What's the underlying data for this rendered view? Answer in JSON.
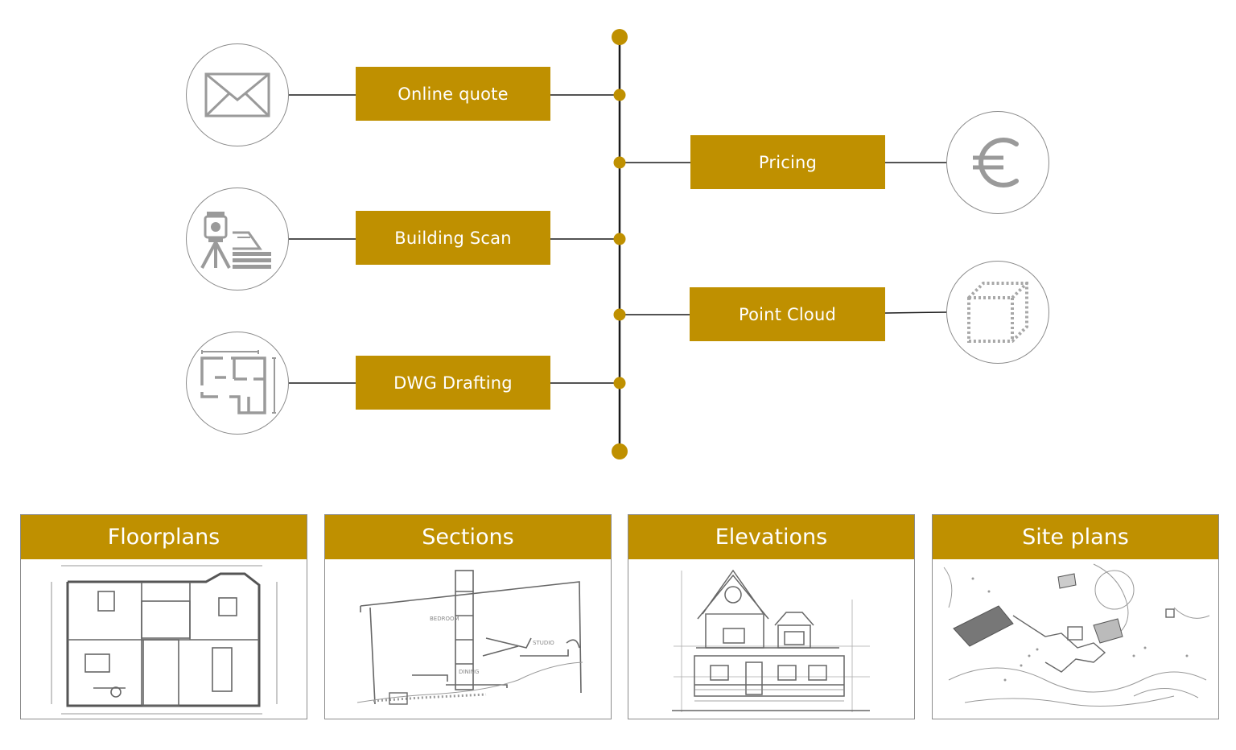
{
  "colors": {
    "accent": "#BF9000",
    "line": "#1a1a1a",
    "icon": "#9a9a9a"
  },
  "steps": [
    {
      "label": "Online quote",
      "icon": "envelope-icon"
    },
    {
      "label": "Pricing",
      "icon": "euro-icon"
    },
    {
      "label": "Building Scan",
      "icon": "surveying-scanner-icon"
    },
    {
      "label": "Point Cloud",
      "icon": "dotted-cube-icon"
    },
    {
      "label": "DWG Drafting",
      "icon": "floorplan-icon"
    }
  ],
  "deliverables": [
    {
      "title": "Floorplans"
    },
    {
      "title": "Sections"
    },
    {
      "title": "Elevations"
    },
    {
      "title": "Site plans"
    }
  ]
}
